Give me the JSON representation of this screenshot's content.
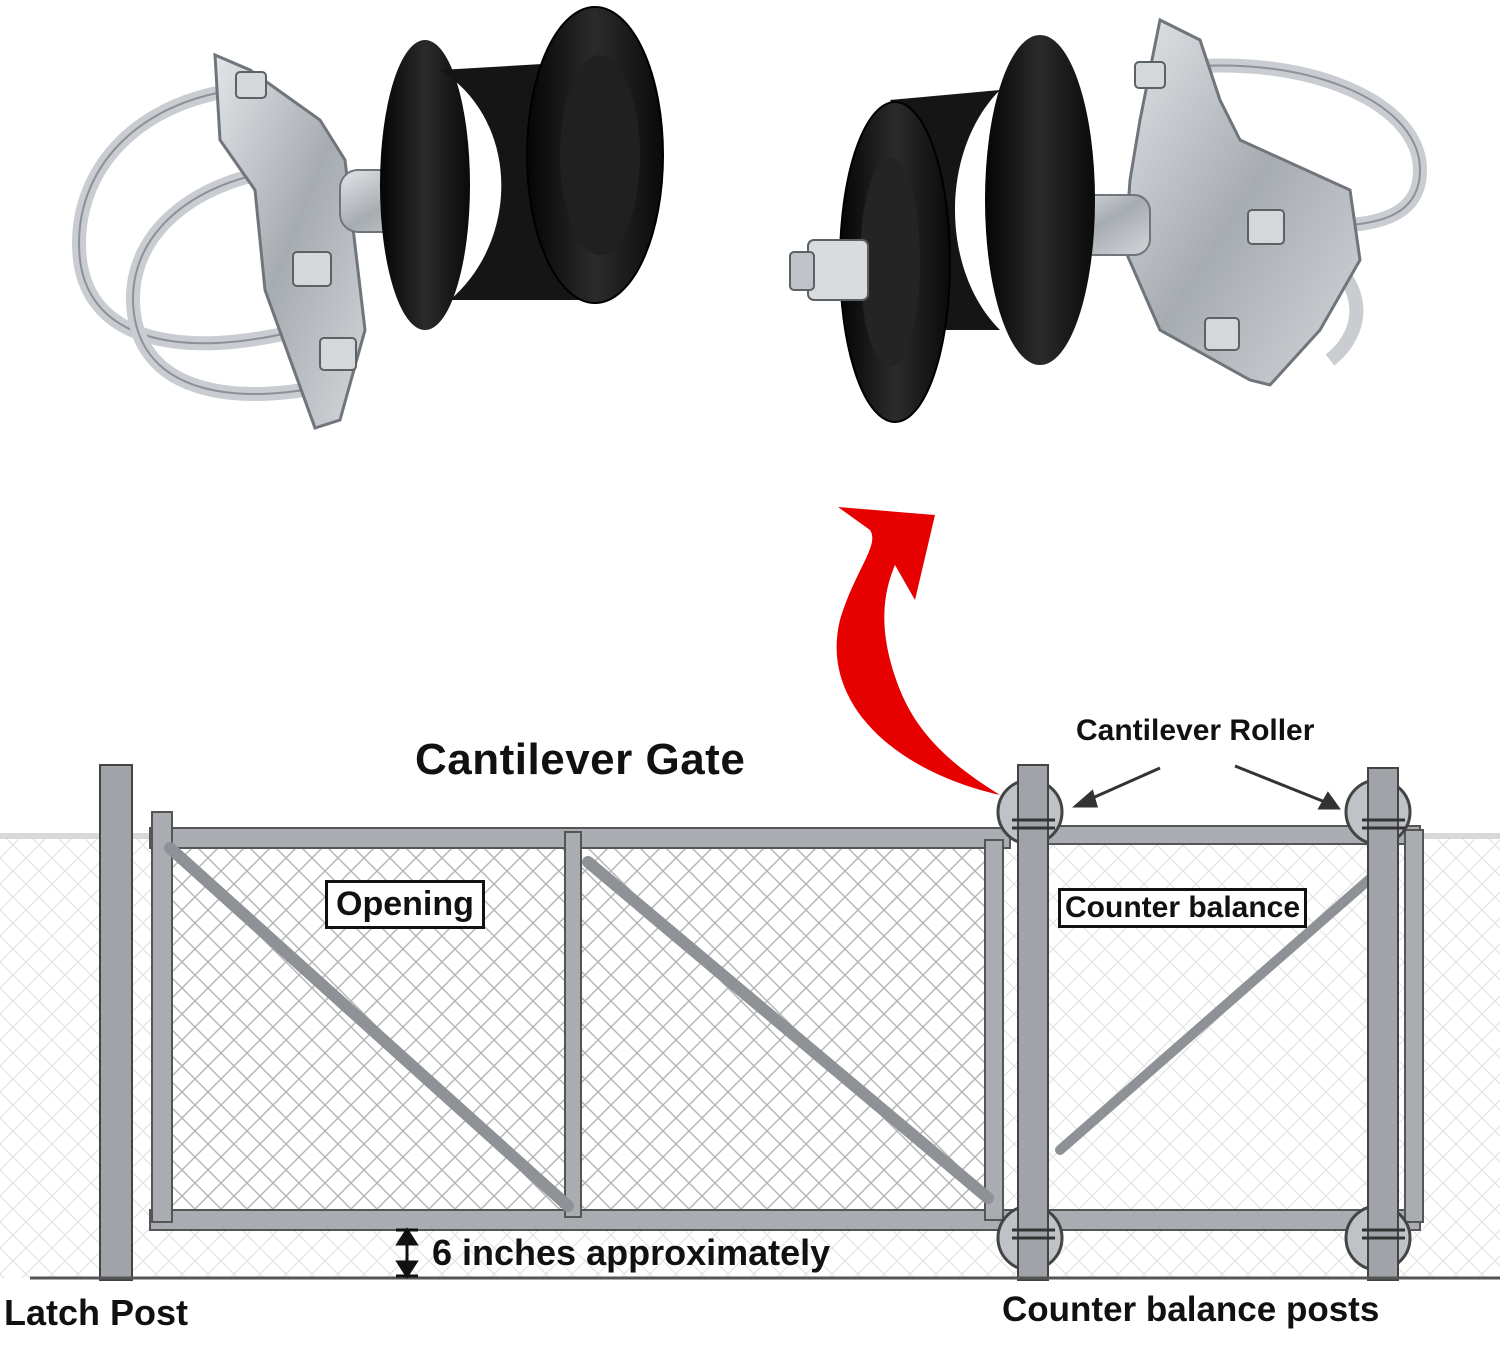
{
  "labels": {
    "title": "Cantilever Gate",
    "roller": "Cantilever Roller",
    "opening": "Opening",
    "counter_balance": "Counter balance",
    "clearance": "6 inches approximately",
    "latch_post": "Latch Post",
    "counter_posts": "Counter balance posts"
  },
  "colors": {
    "arrow": "#e60000",
    "roller_rubber": "#1a1a1a",
    "galvanized": "#b8bcc0",
    "frame": "#8f9397"
  }
}
